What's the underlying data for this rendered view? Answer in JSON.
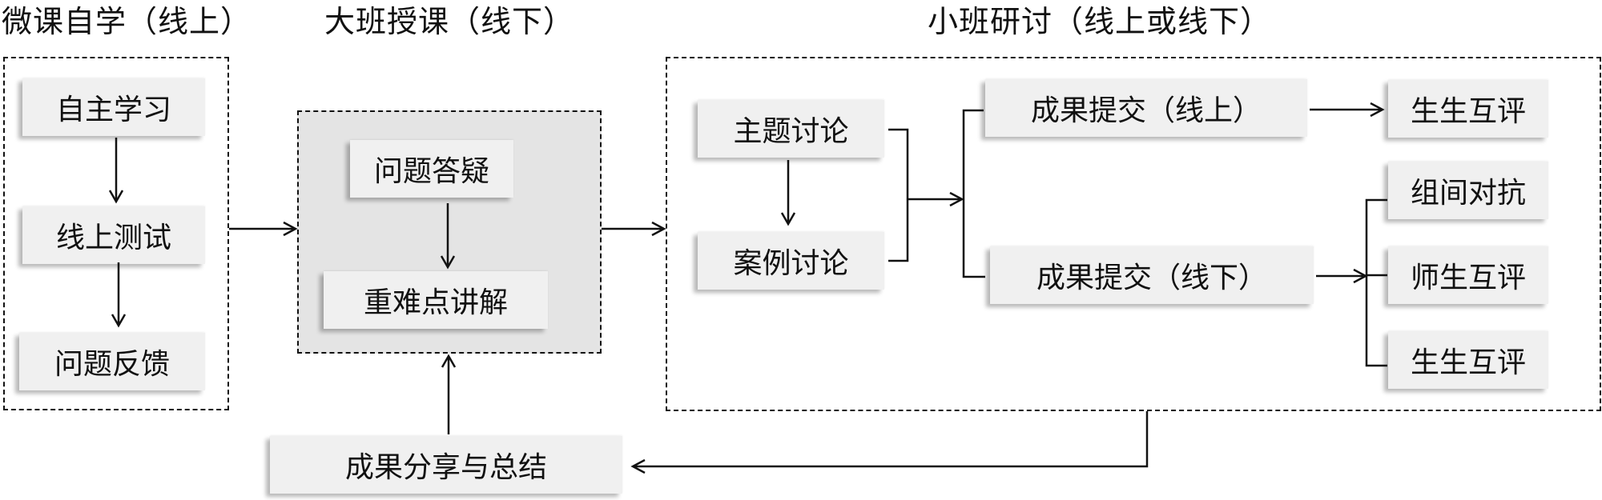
{
  "titles": {
    "micro": "微课自学（线上）",
    "lecture": "大班授课（线下）",
    "seminar": "小班研讨（线上或线下）"
  },
  "micro_steps": [
    "自主学习",
    "线上测试",
    "问题反馈"
  ],
  "lecture_steps": [
    "问题答疑",
    "重难点讲解"
  ],
  "seminar": {
    "discussion": [
      "主题讨论",
      "案例讨论"
    ],
    "submit_online": "成果提交（线上）",
    "submit_offline": "成果提交（线下）",
    "online_eval": "生生互评",
    "offline_evals": [
      "组间对抗",
      "师生互评",
      "生生互评"
    ]
  },
  "summary": "成果分享与总结",
  "colors": {
    "node_fill": "#f0f0f0",
    "lecture_group_fill": "#e4e4e4",
    "line": "#111111"
  }
}
